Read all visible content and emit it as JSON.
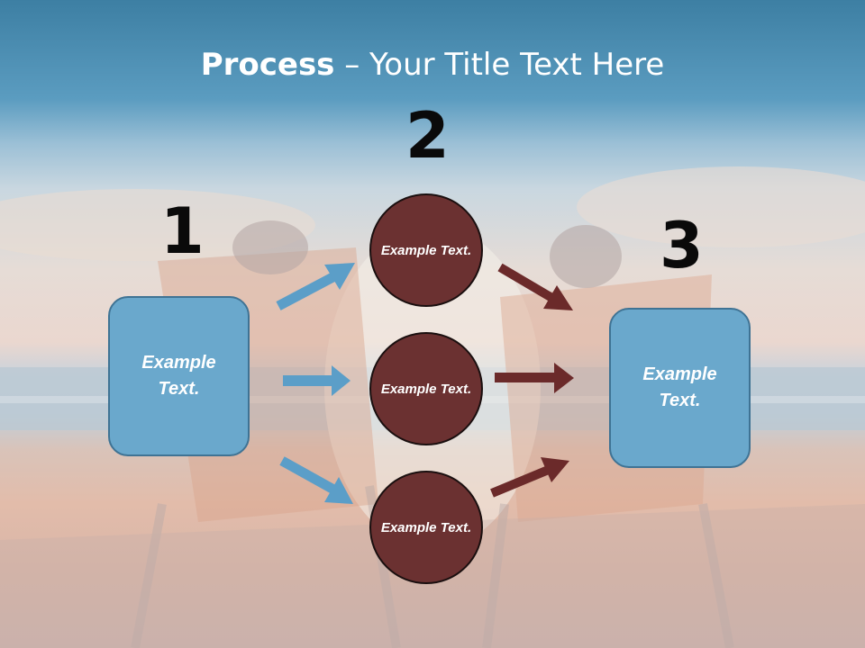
{
  "title": {
    "bold": "Process",
    "rest": " – Your Title Text Here"
  },
  "steps": {
    "one": "1",
    "two": "2",
    "three": "3"
  },
  "left_box": {
    "text": "Example Text."
  },
  "right_box": {
    "text": "Example Text."
  },
  "circles": [
    {
      "text": "Example Text."
    },
    {
      "text": "Example Text."
    },
    {
      "text": "Example Text."
    }
  ],
  "colors": {
    "box_fill": "#6aa8cc",
    "circle_fill": "#6b3131",
    "arrow_blue": "#5b9ec8",
    "arrow_red": "#6b2a2a"
  }
}
